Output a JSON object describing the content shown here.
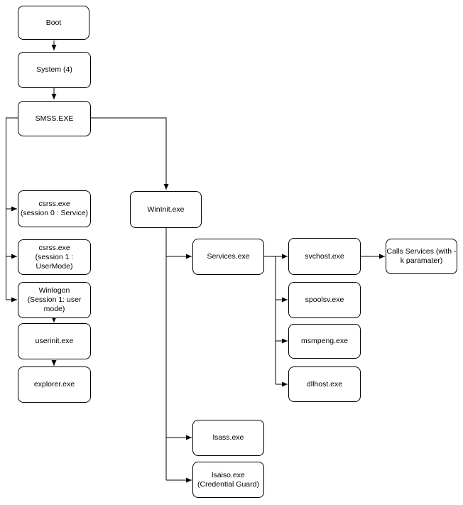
{
  "diagram": {
    "type": "flowchart",
    "background": "#ffffff",
    "colors": {
      "node_fill": "#ffffff",
      "node_stroke": "#000000",
      "edge_stroke": "#000000",
      "text": "#000000"
    }
  },
  "nodes": {
    "boot": {
      "lines": [
        "Boot"
      ]
    },
    "system": {
      "lines": [
        "System (4)"
      ]
    },
    "smss": {
      "lines": [
        "SMSS.EXE"
      ]
    },
    "csrss_session0": {
      "lines": [
        "csrss.exe",
        "(session 0 : Service)"
      ]
    },
    "csrss_session1": {
      "lines": [
        "csrss.exe",
        "(session 1 :",
        "UserMode)"
      ]
    },
    "winlogon": {
      "lines": [
        "Winlogon",
        "(Session 1: user",
        "mode)"
      ]
    },
    "userinit": {
      "lines": [
        "userinit.exe"
      ]
    },
    "explorer": {
      "lines": [
        "explorer.exe"
      ]
    },
    "wininit": {
      "lines": [
        "WinInit.exe"
      ]
    },
    "services": {
      "lines": [
        "Services.exe"
      ]
    },
    "svchost": {
      "lines": [
        "svchost.exe"
      ]
    },
    "spoolsv": {
      "lines": [
        "spoolsv.exe"
      ]
    },
    "msmpeng": {
      "lines": [
        "msmpeng.exe"
      ]
    },
    "dllhost": {
      "lines": [
        "dllhost.exe"
      ]
    },
    "calls_services": {
      "lines": [
        "Calls Services (with -",
        "k paramater)"
      ]
    },
    "lsass": {
      "lines": [
        "lsass.exe"
      ]
    },
    "lsaiso": {
      "lines": [
        "lsaiso.exe",
        "(Credential Guard)"
      ]
    }
  },
  "edges": [
    {
      "from": "boot",
      "to": "system"
    },
    {
      "from": "system",
      "to": "smss"
    },
    {
      "from": "smss",
      "to": "csrss_session0"
    },
    {
      "from": "smss",
      "to": "csrss_session1"
    },
    {
      "from": "smss",
      "to": "winlogon"
    },
    {
      "from": "smss",
      "to": "wininit"
    },
    {
      "from": "winlogon",
      "to": "userinit"
    },
    {
      "from": "userinit",
      "to": "explorer"
    },
    {
      "from": "wininit",
      "to": "services"
    },
    {
      "from": "wininit",
      "to": "lsass"
    },
    {
      "from": "wininit",
      "to": "lsaiso"
    },
    {
      "from": "services",
      "to": "svchost"
    },
    {
      "from": "services",
      "to": "spoolsv"
    },
    {
      "from": "services",
      "to": "msmpeng"
    },
    {
      "from": "services",
      "to": "dllhost"
    },
    {
      "from": "svchost",
      "to": "calls_services"
    }
  ]
}
